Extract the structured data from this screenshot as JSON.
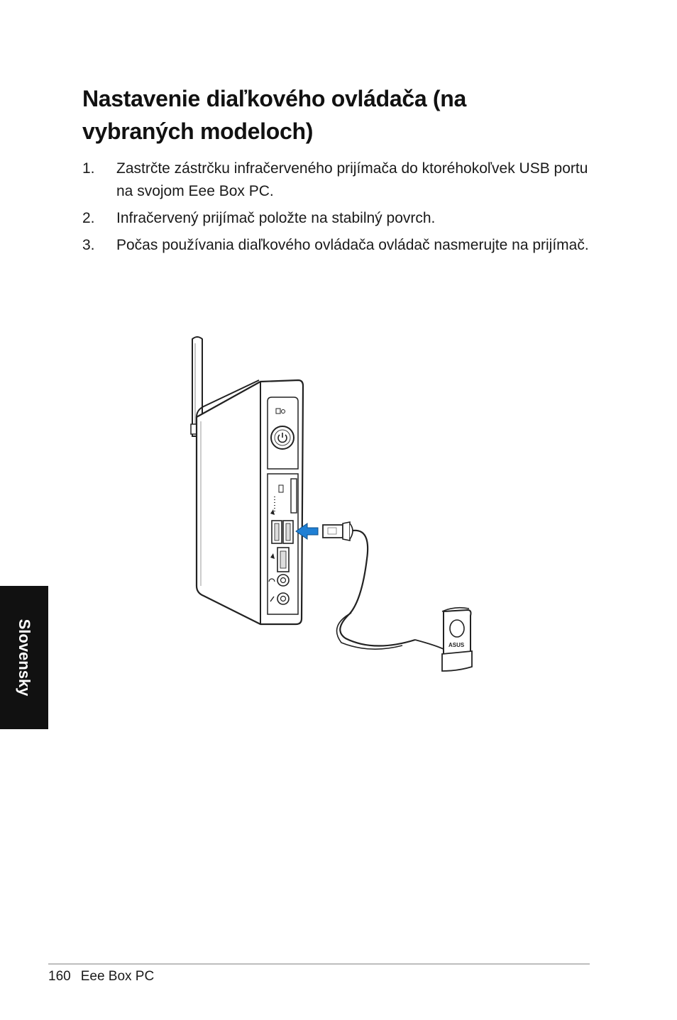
{
  "page": {
    "title": "Nastavenie diaľkového ovládača (na vybraných modeloch)",
    "steps": [
      {
        "number": "1.",
        "text": "Zastrčte zástrčku infračerveného prijímača do ktoréhokoľvek USB portu na svojom Eee Box PC."
      },
      {
        "number": "2.",
        "text": "Infračervený prijímač položte na stabilný povrch."
      },
      {
        "number": "3.",
        "text": "Počas používania diaľkového ovládača ovládač nasmerujte na prijímač."
      }
    ]
  },
  "side_tab": {
    "label": "Slovensky"
  },
  "footer": {
    "page_number": "160",
    "product": "Eee Box PC"
  },
  "colors": {
    "arrow": "#1f7fd4",
    "tab_background": "#111111"
  },
  "figure": {
    "icons": [
      "eee-box-pc-icon",
      "antenna-icon",
      "power-button-icon",
      "usb-port-icon",
      "ir-receiver-icon",
      "insert-arrow-icon"
    ],
    "receiver_logo": "ASUS"
  }
}
